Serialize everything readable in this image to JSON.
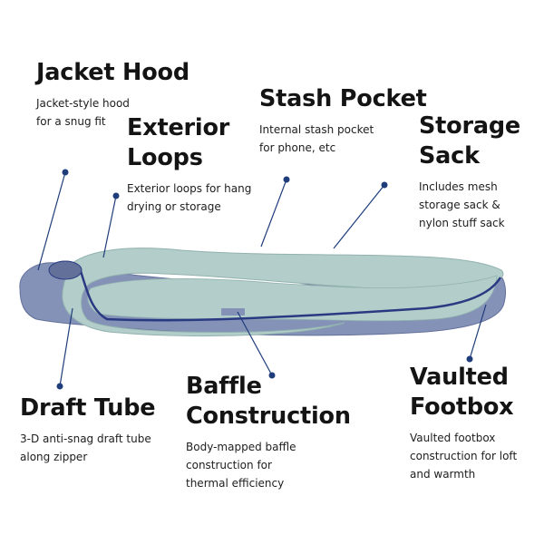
{
  "features": {
    "jacket_hood": {
      "title": "Jacket Hood",
      "description": "Jacket-style hood\nfor a snug fit"
    },
    "exterior_loops": {
      "title": "Exterior\nLoops",
      "description": "Exterior loops for hang\ndrying or storage"
    },
    "stash_pocket": {
      "title": "Stash Pocket",
      "description": "Internal stash pocket\nfor phone, etc"
    },
    "storage_sack": {
      "title": "Storage\nSack",
      "description": "Includes mesh\nstorage sack &\nnylon stuff sack"
    },
    "draft_tube": {
      "title": "Draft Tube",
      "description": "3-D anti-snag draft tube\nalong zipper"
    },
    "baffle_construction": {
      "title": "Baffle\nConstruction",
      "description": "Body-mapped baffle\nconstruction for\nthermal efficiency"
    },
    "vaulted_footbox": {
      "title": "Vaulted\nFootbox",
      "description": "Vaulted footbox\nconstruction for loft\nand warmth"
    }
  },
  "colors": {
    "shell": "#b2cdca",
    "shell_shadow": "#92b2ae",
    "lining": "#8592b8",
    "lining_dark": "#63709a",
    "zipper": "#2a3a82",
    "leader": "#1f3d7a"
  }
}
